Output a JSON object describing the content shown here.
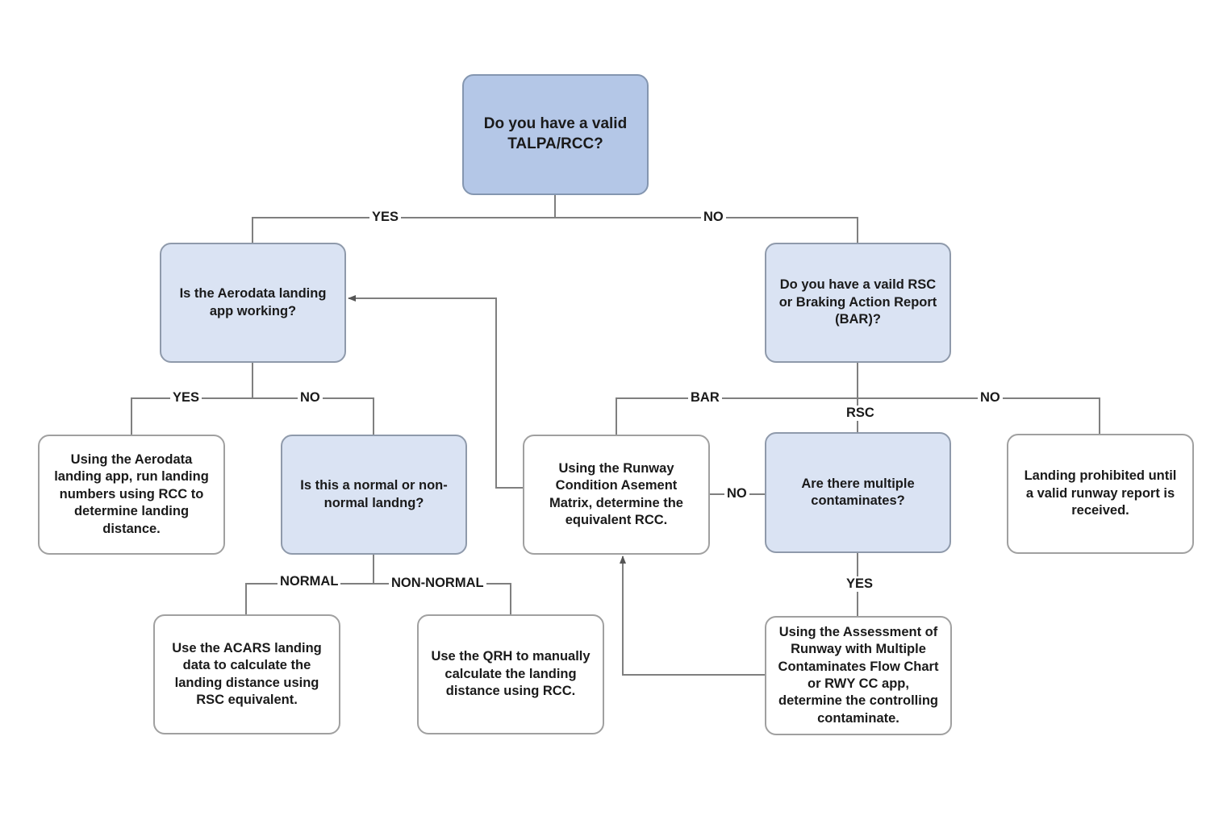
{
  "colors": {
    "primary_fill": "#b4c7e7",
    "question_fill": "#dae3f3",
    "action_fill": "#ffffff",
    "connector": "#7f7f7f",
    "text": "#1a1a1a"
  },
  "nodes": {
    "talpa_question": "Do you have a valid TALPA/RCC?",
    "aerodata_question": "Is the Aerodata landing app working?",
    "rsc_bar_question": "Do you have a vaild RSC or Braking Action Report (BAR)?",
    "aerodata_action": "Using the Aerodata landing app, run landing numbers using RCC to determine landing distance.",
    "normal_question": "Is this a normal or non-normal landng?",
    "rcam_action": "Using the Runway Condition Asement Matrix, determine the equivalent RCC.",
    "contaminates_question": "Are there multiple contaminates?",
    "prohibited_action": "Landing prohibited until a valid runway report is received.",
    "acars_action": "Use the ACARS landing data to calculate the landing distance using RSC equivalent.",
    "qrh_action": "Use the QRH to manually calculate the landing distance using RCC.",
    "multiple_contaminates_action": "Using the Assessment of Runway with Multiple Contaminates Flow Chart or RWY CC app, determine the controlling contaminate."
  },
  "labels": {
    "talpa_yes": "YES",
    "talpa_no": "NO",
    "aerodata_yes": "YES",
    "aerodata_no": "NO",
    "rsc_bar": "BAR",
    "rsc_rsc": "RSC",
    "rsc_no": "NO",
    "contaminates_no": "NO",
    "contaminates_yes": "YES",
    "landing_normal": "NORMAL",
    "landing_non_normal": "NON-NORMAL"
  }
}
